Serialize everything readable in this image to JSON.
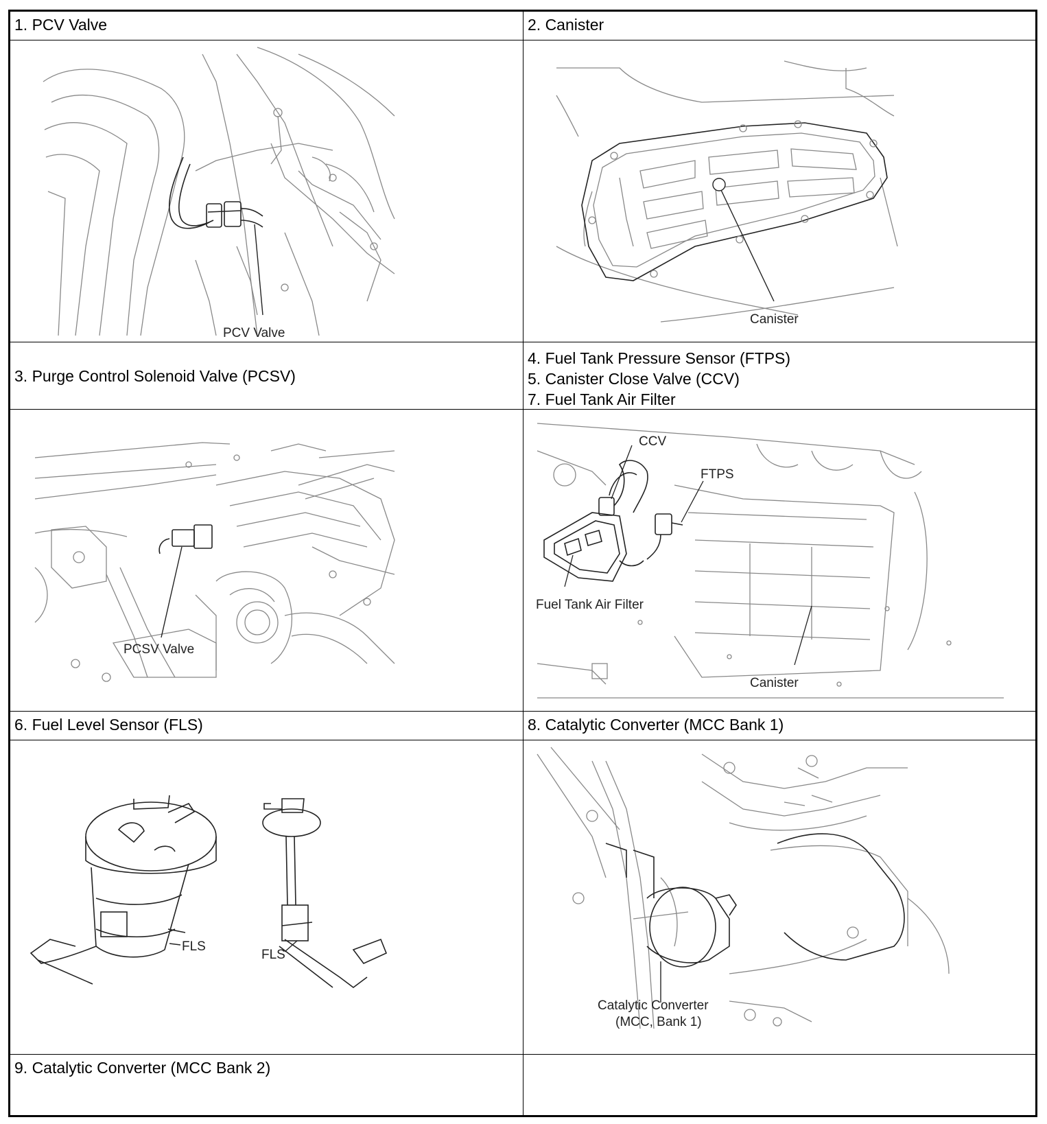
{
  "rows": [
    {
      "left": "1. PCV Valve",
      "right": "2. Canister"
    },
    {
      "left_callouts": [
        "PCV Valve"
      ],
      "right_callouts": [
        "Canister"
      ]
    },
    {
      "left": "3. Purge Control Solenoid Valve (PCSV)",
      "right_lines": [
        "4. Fuel Tank Pressure Sensor (FTPS)",
        "5. Canister Close Valve (CCV)",
        "7. Fuel Tank Air Filter"
      ]
    },
    {
      "left_callouts": [
        "PCSV Valve"
      ],
      "right_callouts": [
        "CCV",
        "FTPS",
        "Fuel Tank Air Filter",
        "Canister"
      ]
    },
    {
      "left": "6. Fuel Level Sensor (FLS)",
      "right": "8. Catalytic Converter (MCC Bank 1)"
    },
    {
      "left_callouts": [
        "FLS",
        "FLS"
      ],
      "right_callouts": [
        "Catalytic Converter",
        "(MCC, Bank 1)"
      ]
    },
    {
      "left": "9. Catalytic Converter (MCC Bank 2)",
      "right": ""
    }
  ],
  "icons": [
    "pcv-valve-diagram",
    "canister-diagram",
    "pcsv-valve-diagram",
    "ftps-ccv-filter-diagram",
    "fuel-level-sensor-diagram",
    "catalytic-converter-diagram"
  ]
}
